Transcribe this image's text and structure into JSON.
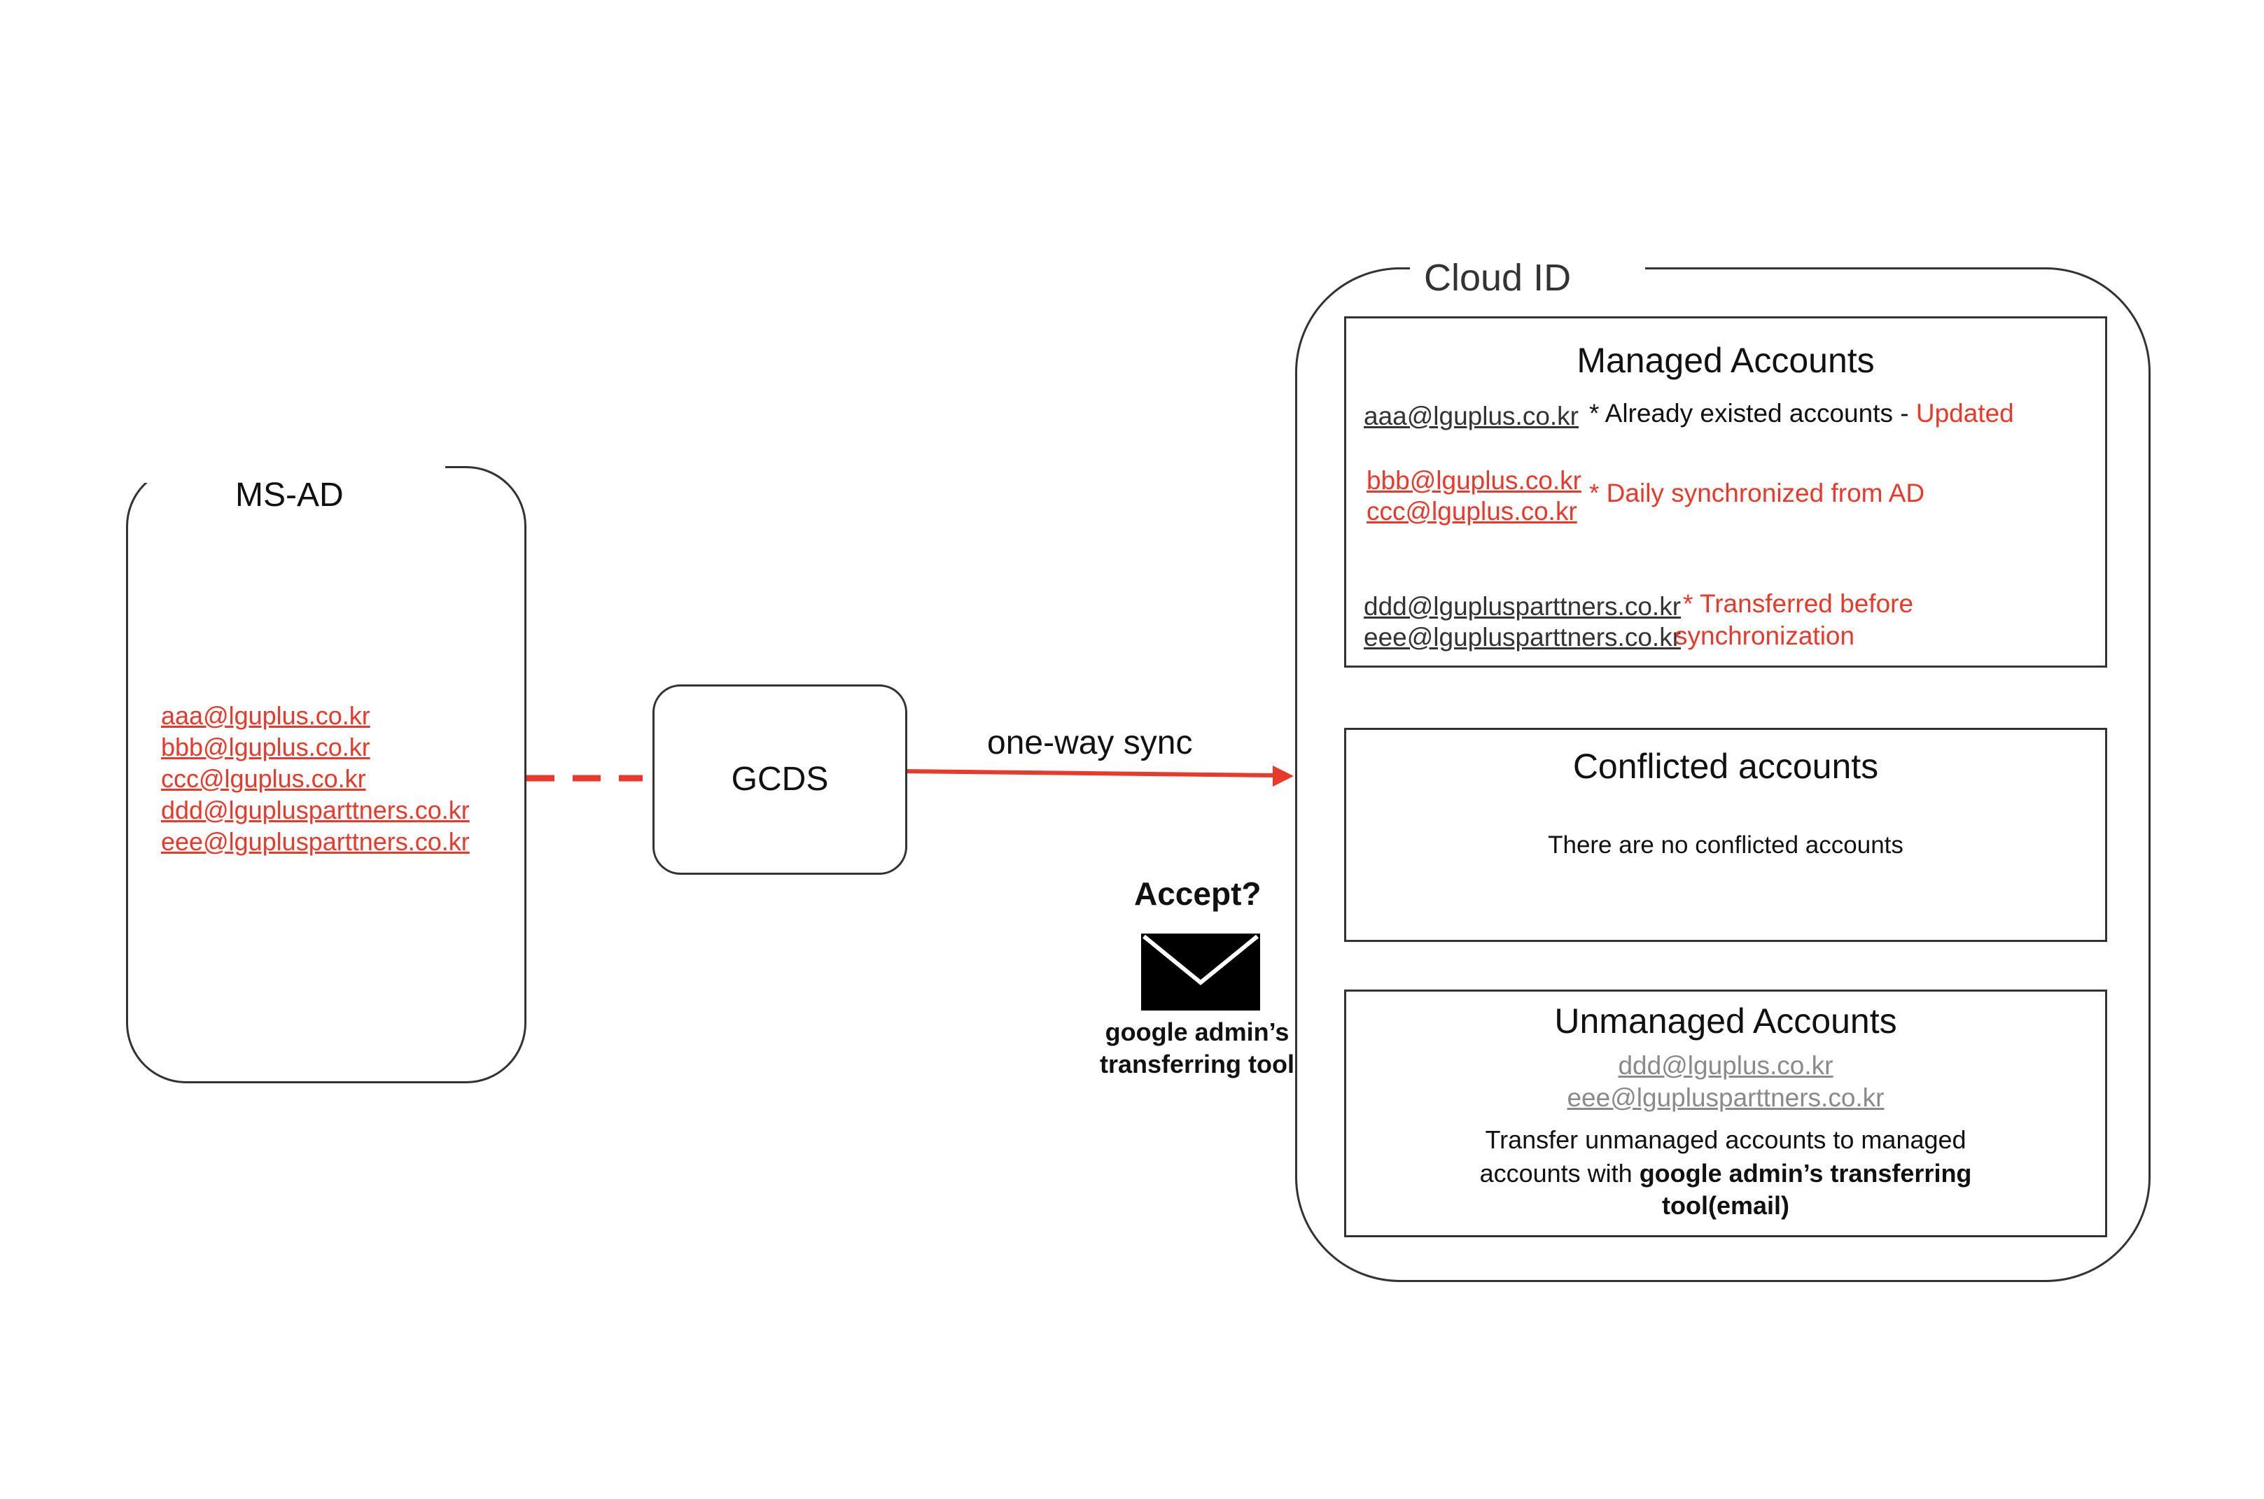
{
  "colors": {
    "accent_red": "#e8392b",
    "border": "#333333",
    "muted": "#8a8a8a"
  },
  "ms_ad": {
    "title": "MS-AD",
    "emails": [
      "aaa@lguplus.co.kr",
      "bbb@lguplus.co.kr",
      "ccc@lguplus.co.kr",
      "ddd@lguplusparttners.co.kr",
      "eee@lguplusparttners.co.kr"
    ]
  },
  "gcds": {
    "title": "GCDS"
  },
  "sync_label": "one-way sync",
  "accept": {
    "question": "Accept?",
    "icon": "envelope-icon",
    "caption_line1": "google admin’s",
    "caption_line2": "transferring tool"
  },
  "cloud_id": {
    "title": "Cloud ID",
    "managed": {
      "title": "Managed Accounts",
      "aaa": "aaa@lguplus.co.kr",
      "note1_prefix": "* Already existed accounts - ",
      "note1_suffix": "Updated",
      "bbb": "bbb@lguplus.co.kr",
      "ccc": "ccc@lguplus.co.kr",
      "note2": "* Daily synchronized from AD",
      "ddd": "ddd@lguplusparttners.co.kr",
      "eee": "eee@lguplusparttners.co.kr",
      "note3_line1": "*  Transferred before",
      "note3_line2": "synchronization"
    },
    "conflicted": {
      "title": "Conflicted accounts",
      "message": "There are no conflicted accounts"
    },
    "unmanaged": {
      "title": "Unmanaged Accounts",
      "email1": "ddd@lguplus.co.kr",
      "email2": "eee@lguplusparttners.co.kr",
      "desc_line1": "Transfer unmanaged accounts to managed",
      "desc_line2_prefix": "accounts with ",
      "desc_line2_bold": "google admin’s transferring",
      "desc_line3_bold": "tool(email)"
    }
  }
}
